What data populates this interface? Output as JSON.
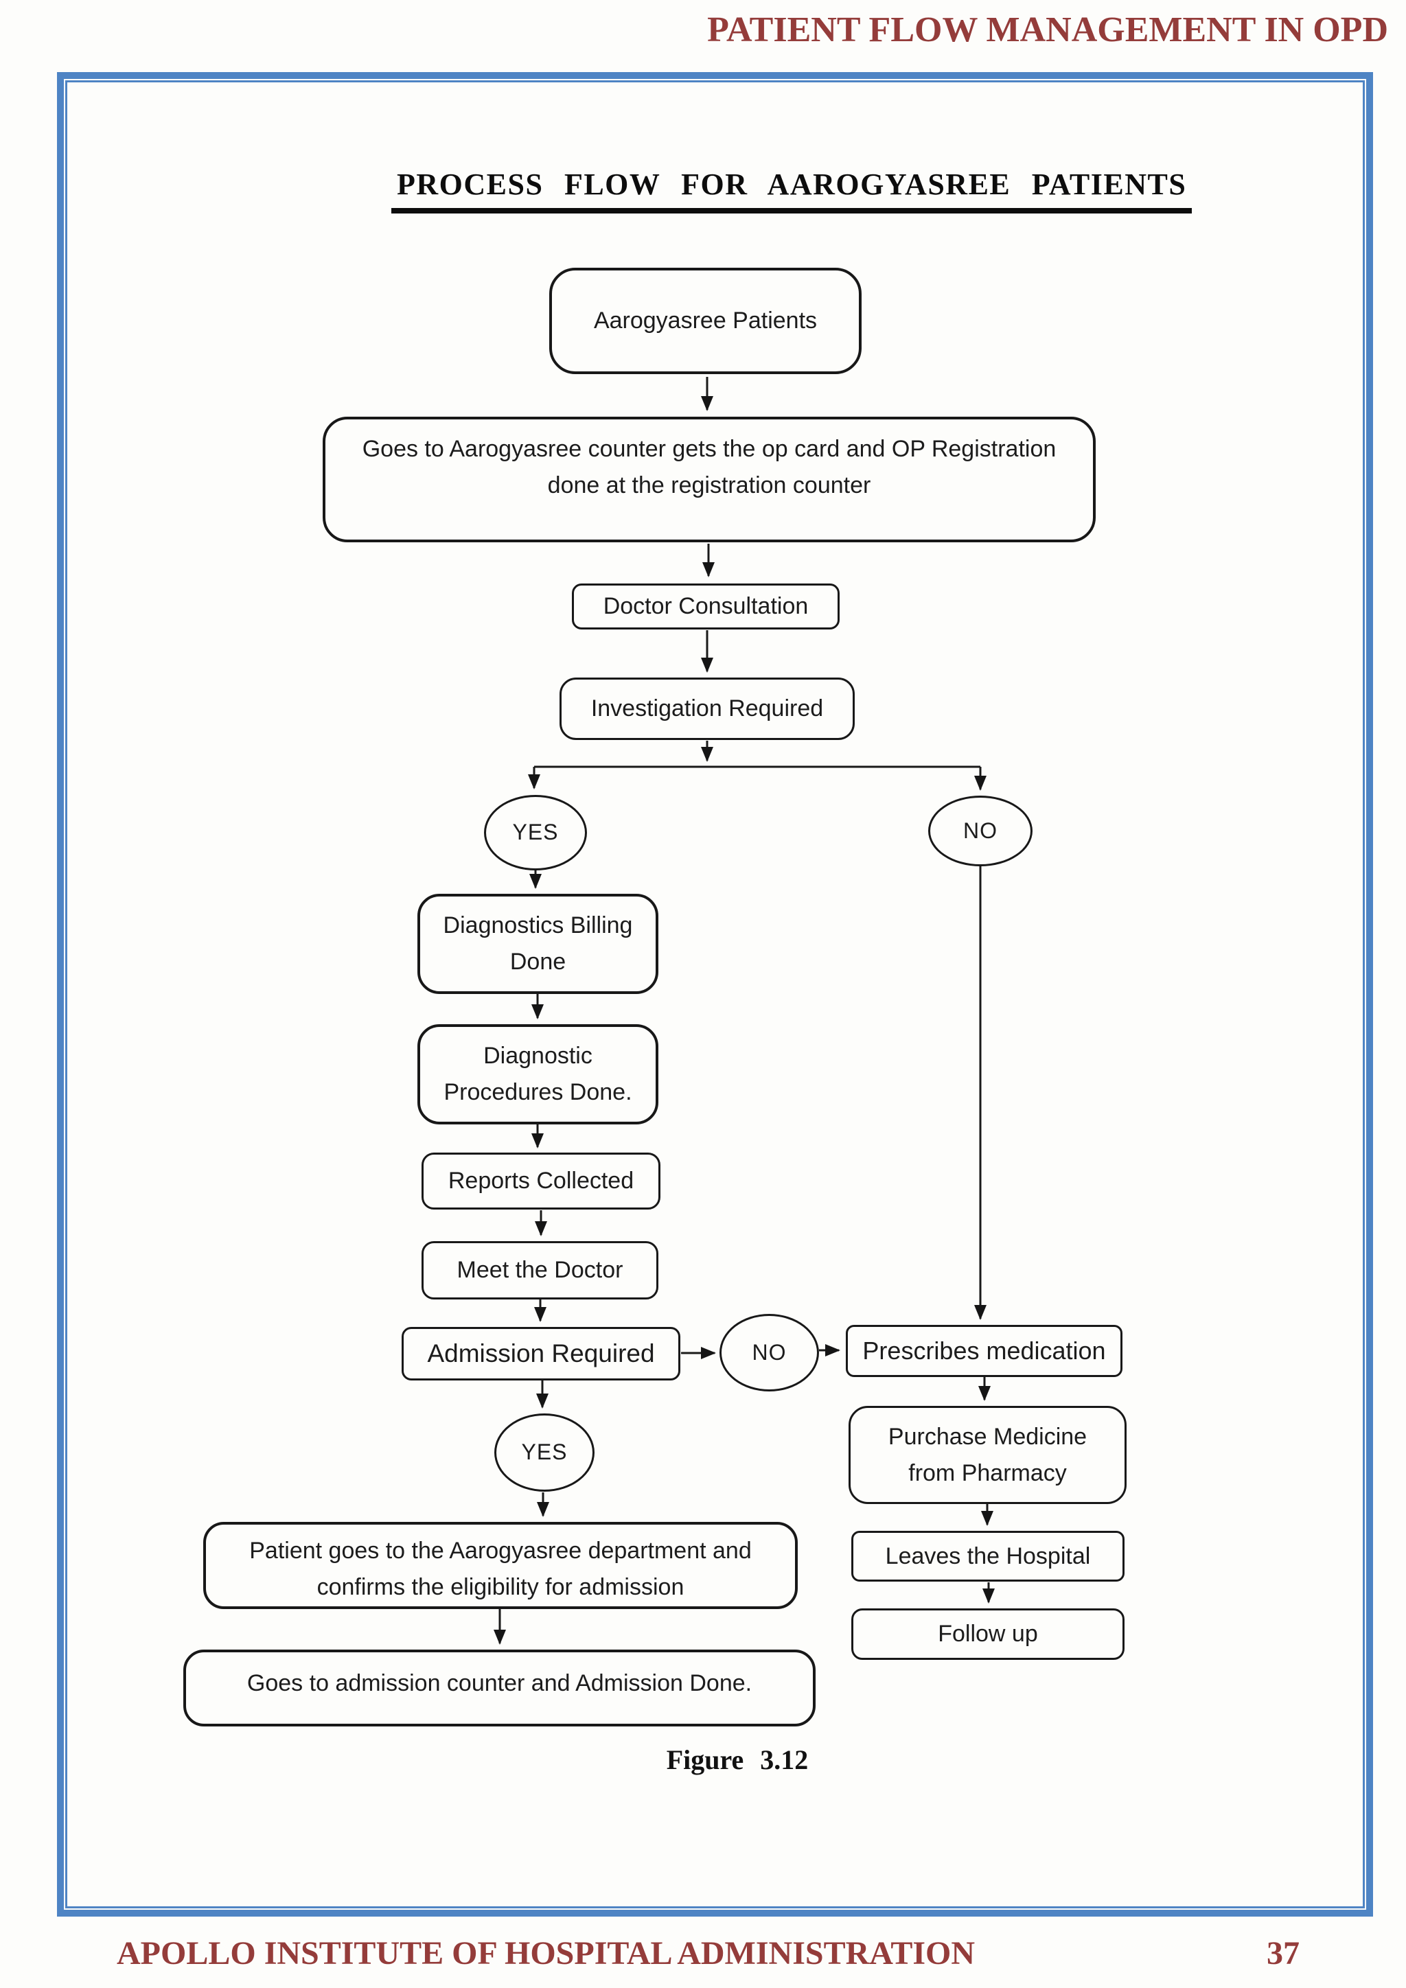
{
  "header": {
    "title": "PATIENT FLOW MANAGEMENT IN OPD"
  },
  "diagram": {
    "title": "PROCESS FLOW FOR AAROGYASREE PATIENTS",
    "figure_caption": "Figure 3.12",
    "nodes": {
      "start": "Aarogyasree Patients",
      "registration": "Goes to Aarogyasree counter gets the op card and OP Registration\ndone at the registration counter",
      "consultation": "Doctor Consultation",
      "investigation": "Investigation Required",
      "yes1": "YES",
      "no1": "NO",
      "diag_billing": "Diagnostics Billing\nDone",
      "diag_procedures": "Diagnostic\nProcedures Done.",
      "reports": "Reports Collected",
      "meet_doctor": "Meet the Doctor",
      "admission": "Admission Required",
      "no2": "NO",
      "yes2": "YES",
      "prescribes": "Prescribes medication",
      "purchase": "Purchase Medicine\nfrom Pharmacy",
      "leaves": "Leaves the Hospital",
      "followup": "Follow up",
      "eligibility": "Patient goes to the Aarogyasree department and\nconfirms the eligibility for admission",
      "admission_done": "Goes to admission counter and Admission Done."
    }
  },
  "footer": {
    "institute": "APOLLO INSTITUTE OF HOSPITAL ADMINISTRATION",
    "page_number": "37"
  },
  "colors": {
    "frame_blue": "#4E84C4",
    "heading_red": "#943C3A",
    "ink": "#1A1A1A"
  }
}
